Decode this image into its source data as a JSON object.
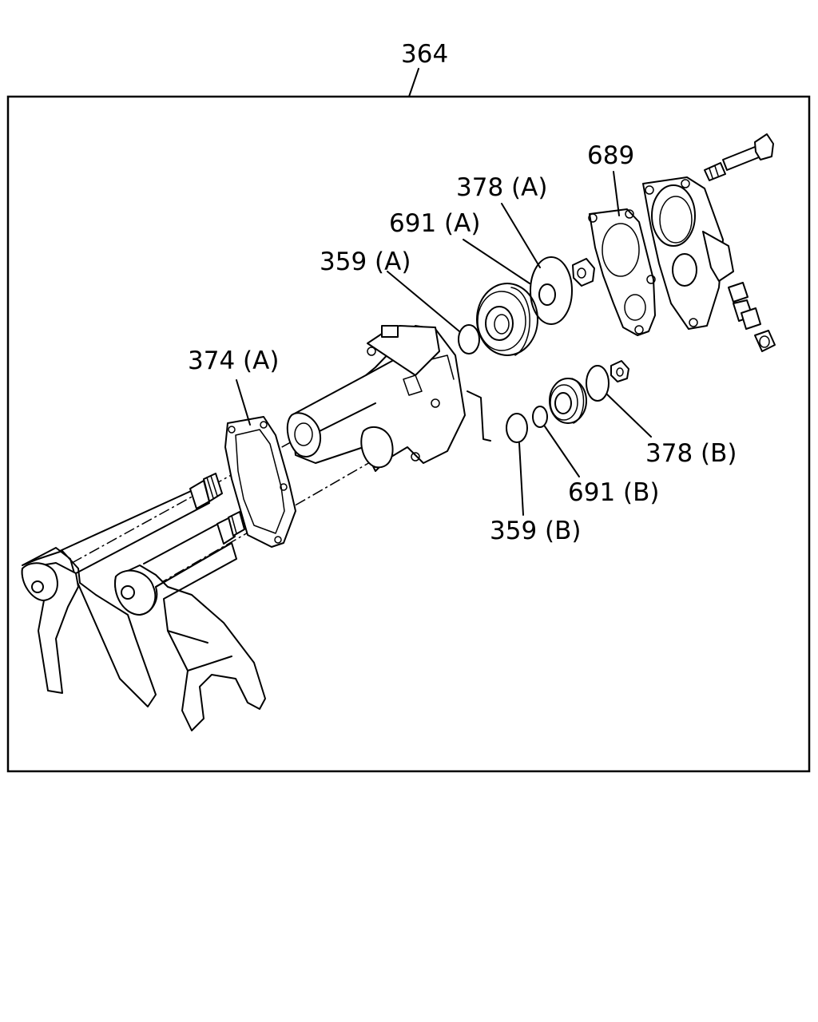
{
  "assembly": {
    "label": "364"
  },
  "callouts": {
    "c689": "689",
    "c378a": "378 (A)",
    "c691a": "691 (A)",
    "c359a": "359 (A)",
    "c374a": "374 (A)",
    "c378b": "378 (B)",
    "c691b": "691 (B)",
    "c359b": "359 (B)"
  }
}
